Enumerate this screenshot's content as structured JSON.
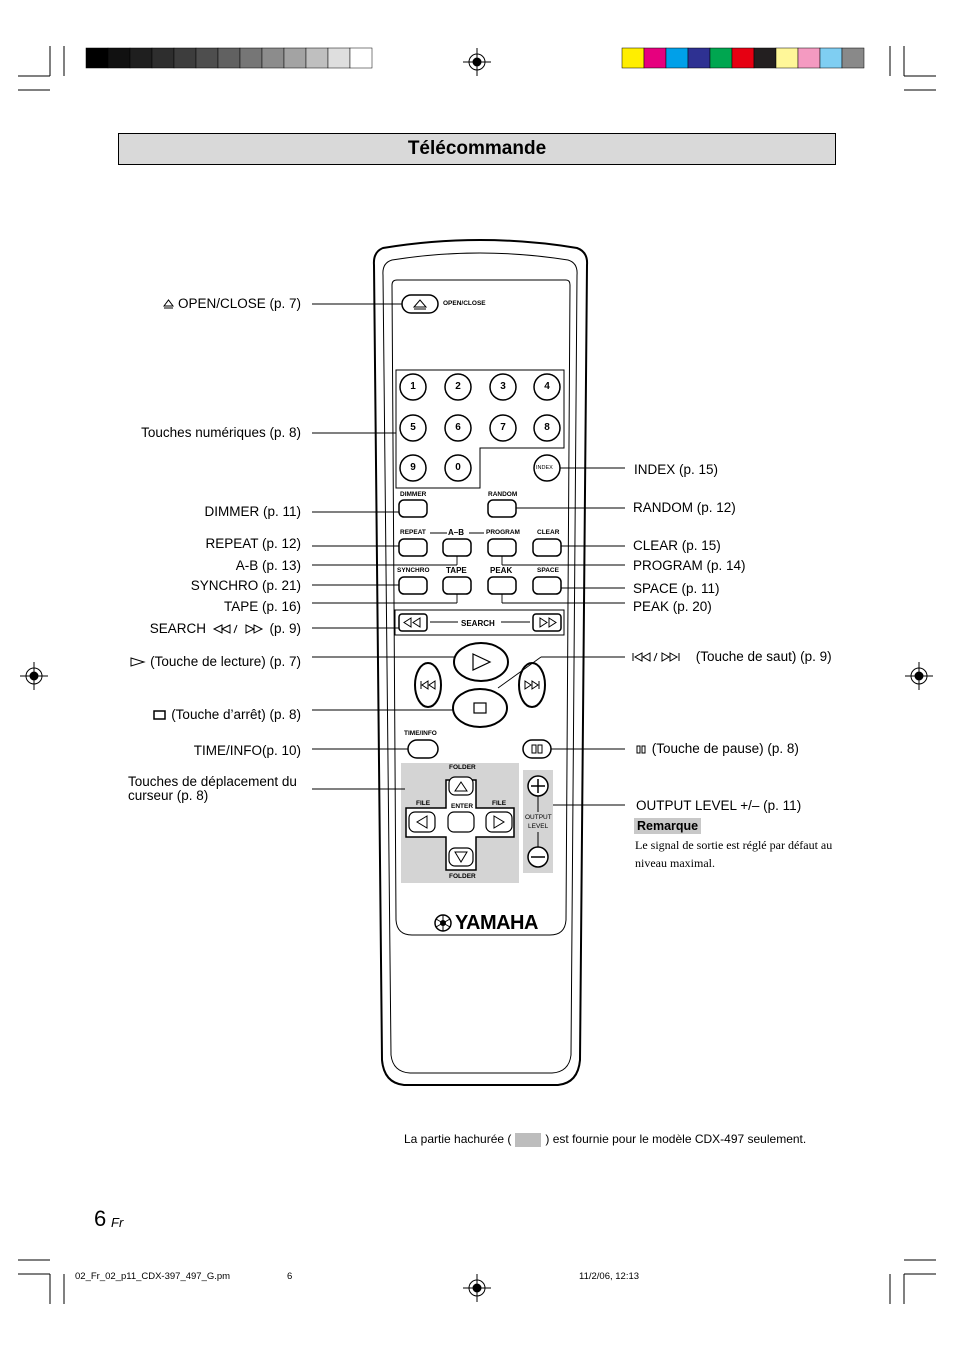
{
  "title": "Télécommande",
  "colors": {
    "title_bg": "#d9d9d9",
    "shaded_area": "#d4d4d4",
    "gray_bar": [
      "#000000",
      "#111111",
      "#1f1f1f",
      "#2e2e2e",
      "#3d3d3d",
      "#4e4e4e",
      "#616161",
      "#767676",
      "#8c8c8c",
      "#a3a3a3",
      "#bfbfbf",
      "#dedede",
      "#ffffff"
    ],
    "color_bar": [
      "#ffee00",
      "#e6007e",
      "#00a0e9",
      "#2e3192",
      "#00a650",
      "#e60012",
      "#231f20",
      "#fff799",
      "#f49ac1",
      "#7fcef2",
      "#898989"
    ]
  },
  "left_labels": {
    "open_close": "OPEN/CLOSE (p. 7)",
    "numeric": "Touches numériques (p. 8)",
    "dimmer": "DIMMER (p. 11)",
    "repeat": "REPEAT (p. 12)",
    "ab": "A-B (p. 13)",
    "synchro": "SYNCHRO (p. 21)",
    "tape": "TAPE (p. 16)",
    "search_pre": "SEARCH",
    "search_post": "(p. 9)",
    "play": "(Touche de lecture) (p. 7)",
    "stop": "(Touche d’arrêt) (p. 8)",
    "time_info": "TIME/INFO(p. 10)",
    "cursor_line1": "Touches de déplacement du",
    "cursor_line2": "curseur (p. 8)"
  },
  "right_labels": {
    "index": "INDEX (p. 15)",
    "random": "RANDOM (p. 12)",
    "clear": "CLEAR (p. 15)",
    "program": "PROGRAM (p. 14)",
    "space": "SPACE (p. 11)",
    "peak": "PEAK (p. 20)",
    "skip": "(Touche de saut) (p. 9)",
    "pause": "(Touche de pause) (p. 8)",
    "output_level": "OUTPUT LEVEL +/– (p. 11)"
  },
  "remarque": {
    "heading": "Remarque",
    "text": "Le signal de sortie est réglé par défaut au niveau maximal."
  },
  "remote": {
    "open_close": "OPEN/CLOSE",
    "digits": [
      "1",
      "2",
      "3",
      "4",
      "5",
      "6",
      "7",
      "8",
      "9",
      "0"
    ],
    "index": "INDEX",
    "dimmer": "DIMMER",
    "random": "RANDOM",
    "repeat": "REPEAT",
    "ab": "A–B",
    "program": "PROGRAM",
    "clear": "CLEAR",
    "synchro": "SYNCHRO",
    "tape": "TAPE",
    "peak": "PEAK",
    "space": "SPACE",
    "search": "SEARCH",
    "time_info": "TIME/INFO",
    "folder": "FOLDER",
    "file": "FILE",
    "enter": "ENTER",
    "output": "OUTPUT",
    "level": "LEVEL",
    "brand": "YAMAHA"
  },
  "footer": {
    "note_pre": "La partie hachurée (",
    "note_post": ") est fournie pour le modèle CDX-497 seulement.",
    "page_number": "6",
    "page_lang": "Fr",
    "file_name": "02_Fr_02_p11_CDX-397_497_G.pm",
    "file_page": "6",
    "file_date": "11/2/06, 12:13"
  }
}
